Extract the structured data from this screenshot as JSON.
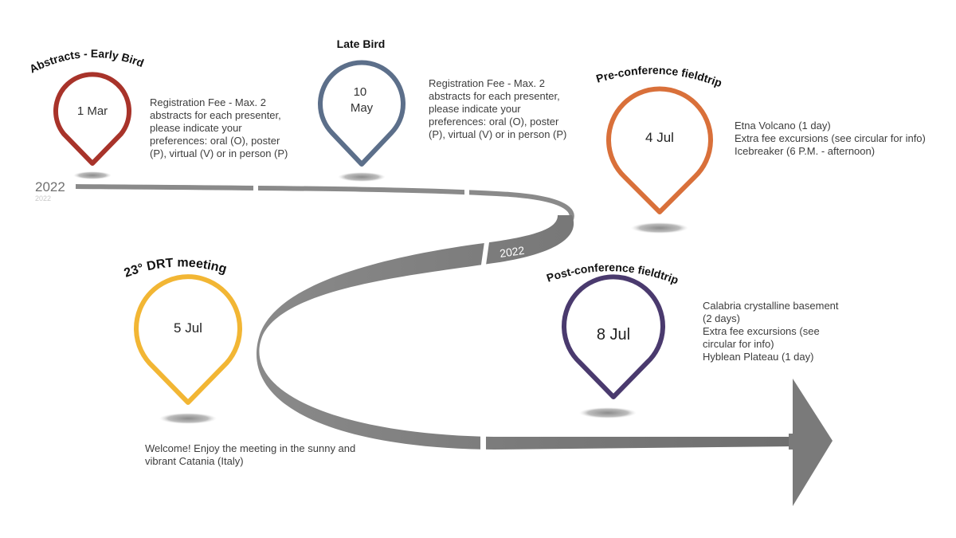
{
  "timeline": {
    "year_start": "2022",
    "year_mid": "2022"
  },
  "events": [
    {
      "id": "abstracts-early-bird",
      "title": "Abstracts - Early Bird",
      "date": "1 Mar",
      "description": "Registration Fee - Max. 2\nabstracts for each presenter,\nplease indicate your\npreferences: oral (O), poster\n(P), virtual (V) or in person (P)",
      "color": "#a8332a"
    },
    {
      "id": "late-bird",
      "title": "Late Bird",
      "date": "10\nMay",
      "description": "Registration Fee - Max. 2\nabstracts for each presenter,\nplease indicate your\npreferences: oral (O), poster\n(P), virtual (V) or in person (P)",
      "color": "#5c6f8a"
    },
    {
      "id": "pre-conference-fieldtrip",
      "title": "Pre-conference fieldtrip",
      "date": "4 Jul",
      "description": "Etna Volcano (1 day)\nExtra fee excursions (see circular for info)\nIcebreaker (6 P.M. - afternoon)",
      "color": "#d9703a"
    },
    {
      "id": "drt-meeting",
      "title": "23° DRT meeting",
      "date": "5 Jul",
      "description": "Welcome! Enjoy the meeting in the sunny and\nvibrant Catania (Italy)",
      "color": "#f2b634"
    },
    {
      "id": "post-conference-fieldtrip",
      "title": "Post-conference fieldtrip",
      "date": "8 Jul",
      "description": "Calabria crystalline basement\n(2 days)\nExtra fee excursions (see\ncircular for info)\nHyblean Plateau (1 day)",
      "color": "#4a3a6e"
    }
  ]
}
